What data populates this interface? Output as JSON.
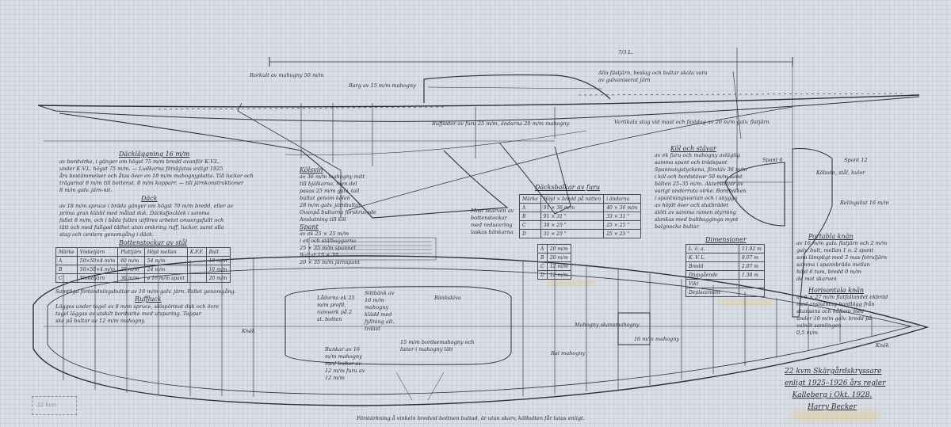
{
  "title_block": {
    "line1": "22 kvm Skärgårdskryssare",
    "line2": "enligt 1925–1926 års regler",
    "line3": "Kalleberg i Okt. 1928.",
    "signature": "Harry Becker"
  },
  "overall_length_label": "7/3 L.",
  "profile_labels": {
    "cockpit": "Rorkult av mahogny 50 m/m",
    "cabin_beam": "Barg av 15 m/m mahogny",
    "deckhouse": "Ruffsidor av furu 25 m/m, ändarna 20 m/m mahogny",
    "mast_note": "Vertikala stag vid mast och fastdag av 20 m/m galv. flatjärn",
    "top_note": "Alla fästjärn, beslag och bultar skola vara av galvaniserat järn"
  },
  "left_spec": {
    "heading1": "Däckläggning 16 m/m",
    "lines1": [
      "av bordvirke, i gänger om högst 75 m/m bredd ovanför K.V.L.",
      "under K.V.L. högst 75 m/m. — Ludkarna förskjutas enligt 1925",
      "års bestämmelser och åtas över en 18 m/m mahognyplatta. Till luckor och",
      "trägarnal 8 m/m till bottenst. 8 m/m kopparr. — till järnkonstruktioner",
      "8 m/m galv. järn-nit."
    ],
    "heading2": "Däck",
    "lines2": [
      "av 18 m/m spruce i bräda gänger om högst 70 m/m bredd, eller av",
      "prima gran klädd med målad duk. Däcksfjocklek i samma",
      "fallet 8 m/m, och i båda fallen utföres arbetet omsorgsfullt och",
      "tätt och med fullgod täthet utan omkring ruff, luckor, samt alla",
      "stag och centers genomgång i däck."
    ]
  },
  "bottenstockar": {
    "heading": "Bottenstockar av stål",
    "headers": [
      "Märke",
      "Vinkeljärn",
      "Plattjärn",
      "Höjd mellan",
      "K.F.F.",
      "Bult"
    ],
    "rows": [
      [
        "A",
        "50×50×4 m/m",
        "60 m/m",
        "54 m/m",
        "10 m/m"
      ],
      [
        "B",
        "50×50×4 m/m",
        "25 m/m",
        "24 m/m",
        "10 m/m"
      ],
      [
        "C",
        "Vinkeljärn",
        "36 m/m",
        "ø 16 m/m spant",
        "20 m/m"
      ]
    ],
    "note": "Samtliga förbindningsbultar av 16 m/m galv. järn. Fallet genomgång."
  },
  "kajuta": {
    "heading": "Ruffluck",
    "lines": [
      "Lägges under tagel av 8 m/m spruce, slöspörinat duk och övre",
      "tagel läggas av utskilt bordvirke med utsparing. Tappar",
      "ske på bultar av 12 m/m mahogny."
    ]
  },
  "kolsvin": {
    "heading": "Kölsvin",
    "lines": [
      "av 36 m/m mahogny mitt",
      "till bjälkarna, men del",
      "pasas 25 m/m galv. tall",
      "bultat genom kölen",
      "28 m/m galv. järnbultar",
      "Ovanpå bultarna förskruvade",
      "Anslutning till köl"
    ]
  },
  "spant": {
    "heading": "Spant",
    "lines": [
      "av ek 25 × 25 m/m",
      "i ek och stälbaggarna",
      "25 × 35 m/m spannet",
      "Bultar 15 × 35",
      "20 × 35 m/m järnspant"
    ]
  },
  "deck_beams": {
    "heading": "Däcksbalkar av furu",
    "headers": [
      "Märke",
      "Höjd × bredd på mitten",
      "i ändarna"
    ],
    "rows": [
      [
        "A",
        "91 × 36 m/m",
        "40 × 36 m/m"
      ],
      [
        "B",
        "91 × 31 \"",
        "33 × 31 \""
      ],
      [
        "C",
        "38 × 25 \"",
        "25 × 25 \""
      ],
      [
        "D",
        "31 × 25 \"",
        "25 × 25 \""
      ]
    ],
    "side_note": "Mast skarven av bottenstockar med reducering laskas bänkarna"
  },
  "rings_table": {
    "rows": [
      [
        "A",
        "20 m/m"
      ],
      [
        "B",
        "20 m/m"
      ],
      [
        "C",
        "12 m/m"
      ],
      [
        "D",
        "12 m/m"
      ]
    ]
  },
  "kol_stavar": {
    "heading": "Köl och stävar",
    "lines": [
      "av ek furu och mahogny avlägtig",
      "samma spant och trädspant",
      "Spannungstyckena, förstäv 36 m/m",
      "i köl och bordstävar 50 m/m samt",
      "bälten 25–35 m/m. Akterstävar av",
      "varigt underruta virke. Bordbalken",
      "i spantningsvarian och i snygga",
      "av höjdt över och slutbrädet",
      "stött av samma ramen styrning",
      "slankas med bultbagginga mynt",
      "balgnocke bultar"
    ]
  },
  "dimensions": {
    "heading": "Dimensioner",
    "rows": [
      [
        "L. ö. a.",
        "11.92 m"
      ],
      [
        "K. V. L.",
        "8.07 m"
      ],
      [
        "Bredd",
        "2.07 m"
      ],
      [
        "Djupgående",
        "1.38 m"
      ],
      [
        "Vikt",
        ""
      ],
      [
        "Deplacement",
        ""
      ]
    ]
  },
  "sections": {
    "spant6": "Spant 6",
    "spant12": "Spant 12",
    "note": "Kölsvin, stål, kulor",
    "rail": "Relingslist 16 m/m"
  },
  "portabla_knan": {
    "heading": "Portabla knän",
    "lines": [
      "av 16 m/m galv. flatjärn och 2 m/m",
      "galv. bult, mellan 1 o. 2 spant",
      "som lämpligt med 3 mas fotruljärn",
      "samma i spannbräda mellan",
      "höjd 6 tum, bredd 0 m/m",
      "de mot skarven"
    ]
  },
  "horisontala_knan": {
    "heading": "Horisontala knän",
    "lines": [
      "av 6 × 27 m/m flatfallandet ekbräd",
      "med anslutning bordlägg från",
      "skansens och hållare med",
      "under 10 m/m galv. bredd på",
      "valnöt samlingen",
      "0,5 m/m"
    ]
  },
  "plan_labels": {
    "cockpit_floor": "Lådorna ek 25 m/m profil, ramverk på 2 st. botten",
    "side_bench": "Sittbänk av 16 m/m mahogny klädd med fyllning alt. trälist",
    "bunk": "Bunkar av 16 m/m mahogny med bultar av 12 m/m furu av 12 m/m",
    "berth": "15 m/m bordsemahogny och lister i mahogny lätt",
    "cover": "Mahogny skansmahogny",
    "hatch": "16 m/m mahogny",
    "rail": "Ral mahogny",
    "note": "Bänkskiva",
    "mark1": "Knäk",
    "mark2": "Knäk"
  },
  "stamp": "22 kvm",
  "bottom_caption": "Förstärkning å vinkeln bredvid bottnen bultad, är utan skarv, kölbulten får lutas enligt."
}
